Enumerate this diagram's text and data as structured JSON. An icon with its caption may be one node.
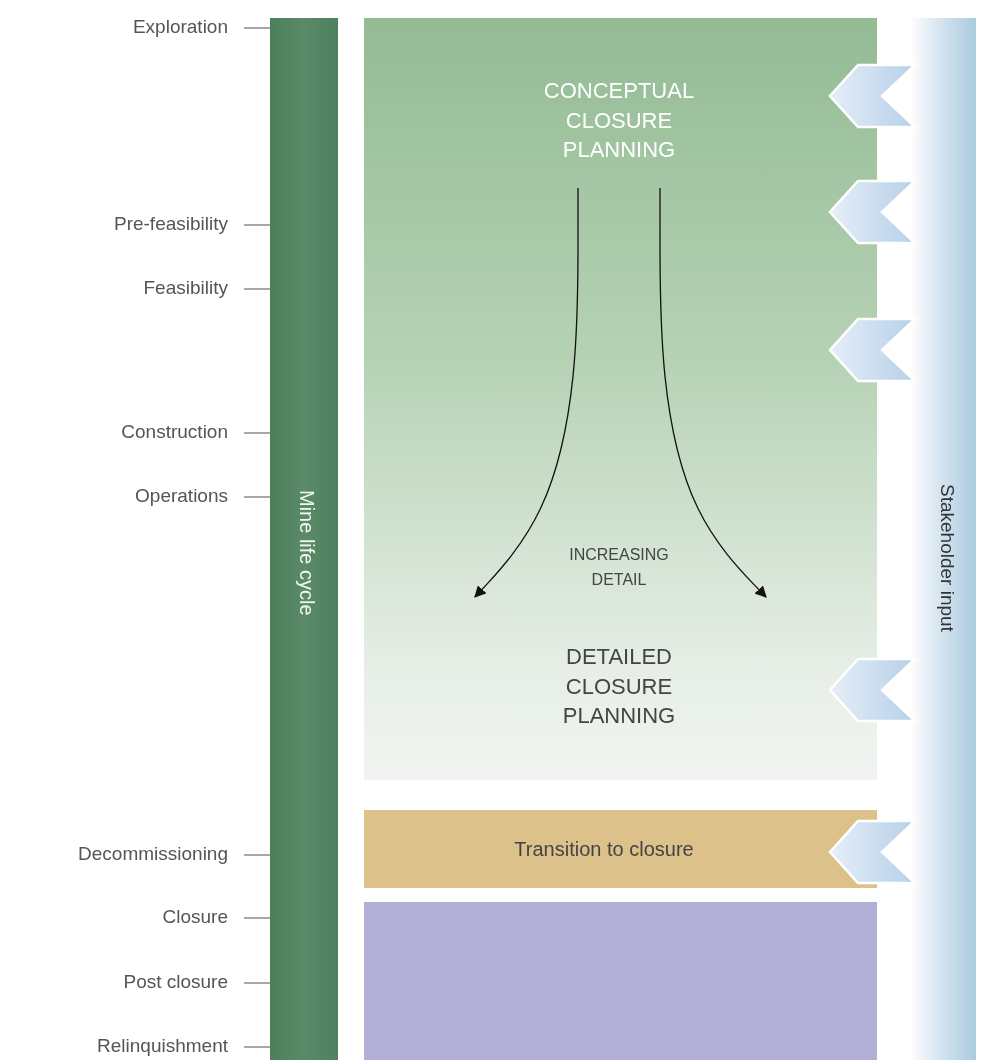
{
  "diagram": {
    "nodes": [
      {
        "text": [
          "Mine life cycle"
        ]
      },
      {
        "text": [],
        "shape": "box"
      },
      {
        "text": [
          "CONCEPTUAL CLOSURE PLANNING"
        ],
        "in": 1
      },
      {
        "text": [
          "DETAILED CLOSURE PLANNING"
        ],
        "in": 1
      },
      {
        "text": [
          "Transition to closure"
        ]
      },
      {
        "text": [],
        "shape": "box"
      },
      {
        "text": [
          "Stakeholder input"
        ]
      }
    ],
    "edges": [
      {
        "from": 2,
        "to": null,
        "arrow": "to",
        "color": "#111111"
      },
      {
        "from": 2,
        "to": null,
        "arrow": "to",
        "color": "#111111"
      },
      {
        "from": 6,
        "to": 1,
        "arrow": "to",
        "style": "thick"
      },
      {
        "from": 6,
        "to": 1,
        "arrow": "to",
        "style": "thick"
      },
      {
        "from": 6,
        "to": 1,
        "arrow": "to",
        "style": "thick"
      },
      {
        "from": 6,
        "to": 1,
        "arrow": "to",
        "style": "thick"
      },
      {
        "from": 6,
        "to": 4,
        "arrow": "to",
        "style": "thick"
      }
    ],
    "labels": [
      "Exploration",
      "Pre-feasibility",
      "Feasibility",
      "Construction",
      "Operations",
      "INCREASING DETAIL",
      "Decommissioning",
      "Closure",
      "Post closure",
      "Relinquishment"
    ]
  }
}
